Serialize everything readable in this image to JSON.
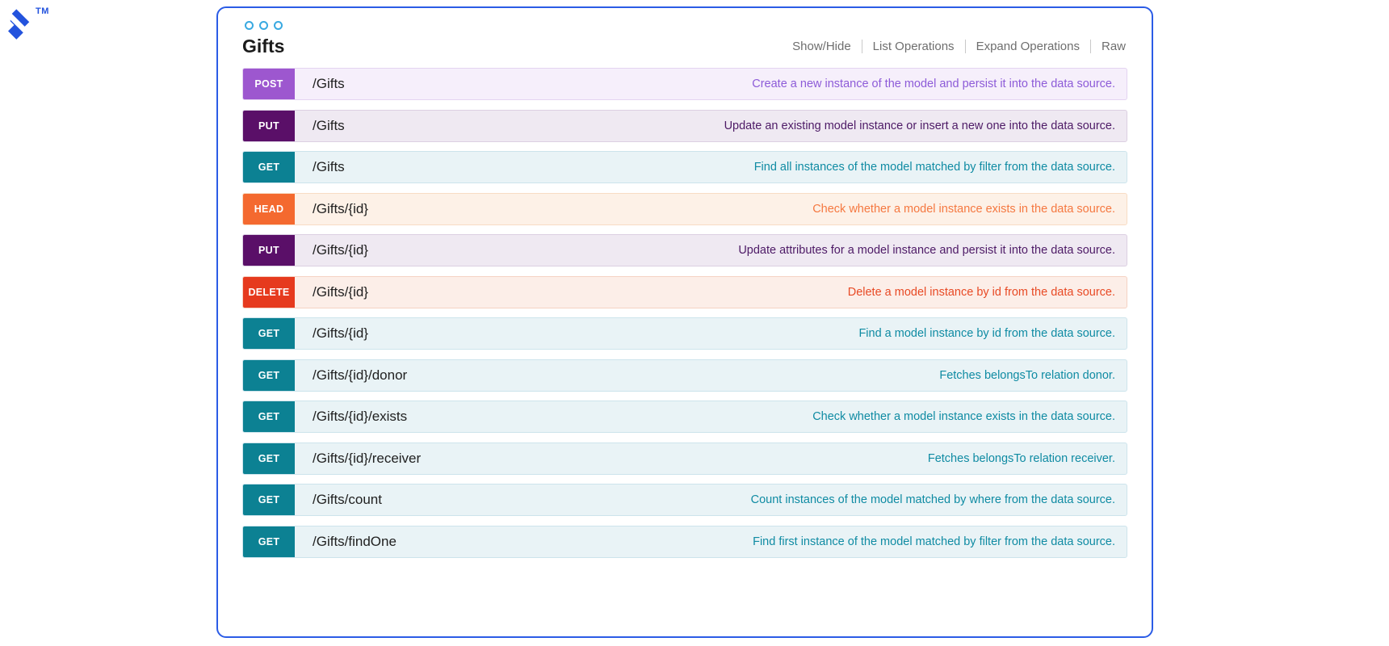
{
  "logo": {
    "trademark": "TM",
    "color": "#2353dd"
  },
  "window_controls": {
    "dot_count": 3,
    "dot_color": "#39a9e1"
  },
  "panel": {
    "title": "Gifts",
    "border_color": "#2b5ce6",
    "actions": [
      "Show/Hide",
      "List Operations",
      "Expand Operations",
      "Raw"
    ]
  },
  "method_schemes": {
    "post": {
      "badge": "#9d57cf",
      "bg": "#f6effb",
      "border": "#e4d4f1",
      "text": "#8d5bd8"
    },
    "put": {
      "badge": "#5a0f68",
      "bg": "#efe9f2",
      "border": "#dccfe2",
      "text": "#4d1a66"
    },
    "get": {
      "badge": "#0c8193",
      "bg": "#e9f3f6",
      "border": "#cde4ec",
      "text": "#0f8ba3"
    },
    "head": {
      "badge": "#f4692f",
      "bg": "#fdf1e7",
      "border": "#f8dcc4",
      "text": "#f57840"
    },
    "delete": {
      "badge": "#e63a1e",
      "bg": "#fceee8",
      "border": "#f5d2c3",
      "text": "#e84a25"
    }
  },
  "endpoints": [
    {
      "method": "POST",
      "scheme": "post",
      "path": "/Gifts",
      "description": "Create a new instance of the model and persist it into the data source."
    },
    {
      "method": "PUT",
      "scheme": "put",
      "path": "/Gifts",
      "description": "Update an existing model instance or insert a new one into the data source."
    },
    {
      "method": "GET",
      "scheme": "get",
      "path": "/Gifts",
      "description": "Find all instances of the model matched by filter from the data source."
    },
    {
      "method": "HEAD",
      "scheme": "head",
      "path": "/Gifts/{id}",
      "description": "Check whether a model instance exists in the data source."
    },
    {
      "method": "PUT",
      "scheme": "put",
      "path": "/Gifts/{id}",
      "description": "Update attributes for a model instance and persist it into the data source."
    },
    {
      "method": "DELETE",
      "scheme": "delete",
      "path": "/Gifts/{id}",
      "description": "Delete a model instance by id from the data source."
    },
    {
      "method": "GET",
      "scheme": "get",
      "path": "/Gifts/{id}",
      "description": "Find a model instance by id from the data source."
    },
    {
      "method": "GET",
      "scheme": "get",
      "path": "/Gifts/{id}/donor",
      "description": "Fetches belongsTo relation donor."
    },
    {
      "method": "GET",
      "scheme": "get",
      "path": "/Gifts/{id}/exists",
      "description": "Check whether a model instance exists in the data source."
    },
    {
      "method": "GET",
      "scheme": "get",
      "path": "/Gifts/{id}/receiver",
      "description": "Fetches belongsTo relation receiver."
    },
    {
      "method": "GET",
      "scheme": "get",
      "path": "/Gifts/count",
      "description": "Count instances of the model matched by where from the data source."
    },
    {
      "method": "GET",
      "scheme": "get",
      "path": "/Gifts/findOne",
      "description": "Find first instance of the model matched by filter from the data source."
    }
  ]
}
